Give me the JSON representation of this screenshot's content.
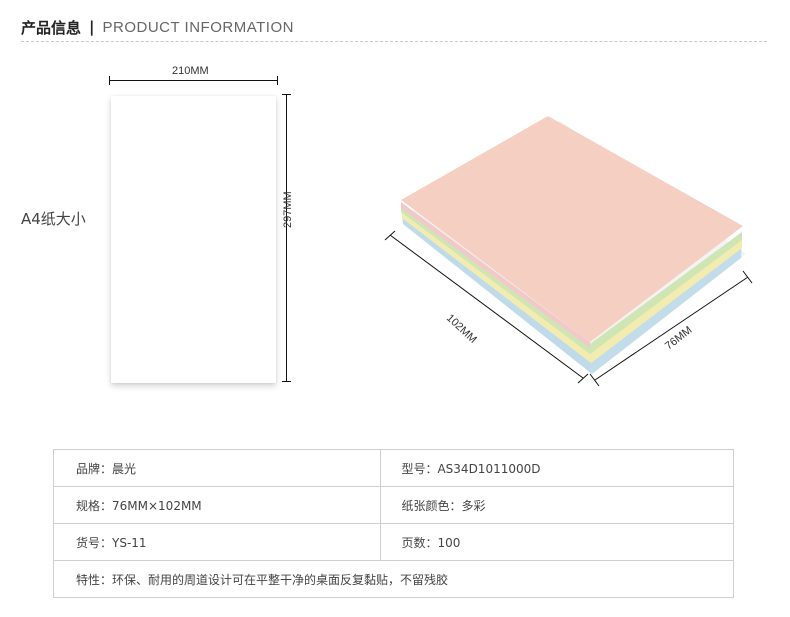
{
  "header": {
    "title_cn": "产品信息",
    "separator": "|",
    "title_en": "PRODUCT INFORMATION"
  },
  "diagram": {
    "a4_label": "A4纸大小",
    "a4_width": "210MM",
    "a4_height": "297MM",
    "note_length": "102MM",
    "note_width": "76MM",
    "note_colors": [
      "#f6cfc3",
      "#cfe6b4",
      "#f6efb3",
      "#c2dcea",
      "#f3d6e0"
    ]
  },
  "specs": {
    "rows": [
      {
        "left_label": "品牌：",
        "left_value": "晨光",
        "right_label": "型号：",
        "right_value": "AS34D1011000D"
      },
      {
        "left_label": "规格：",
        "left_value": "76MM×102MM",
        "right_label": "纸张颜色：",
        "right_value": "多彩"
      },
      {
        "left_label": "货号：",
        "left_value": "YS-11",
        "right_label": "页数：",
        "right_value": "100"
      }
    ],
    "footer_label": "特性：",
    "footer_value": "环保、耐用的周道设计可在平整干净的桌面反复黏贴，不留残胶"
  }
}
